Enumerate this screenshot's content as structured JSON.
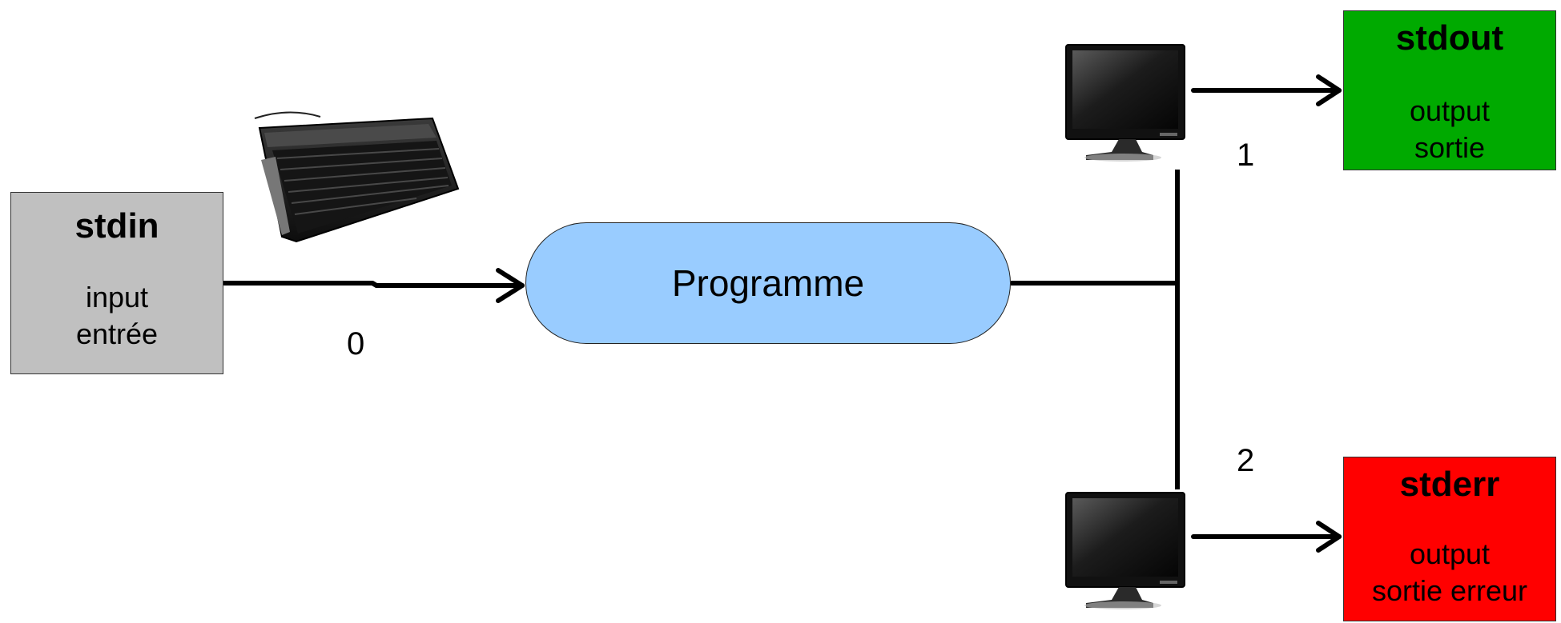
{
  "stdin": {
    "title": "stdin",
    "line1": "input",
    "line2": "entrée",
    "color": "#c0c0c0"
  },
  "stdout": {
    "title": "stdout",
    "line1": "output",
    "line2": "sortie",
    "color": "#00aa00"
  },
  "stderr": {
    "title": "stderr",
    "line1": "output",
    "line2": "sortie erreur",
    "color": "#ff0000"
  },
  "program": {
    "label": "Programme",
    "color": "#99ccff"
  },
  "streams": {
    "in": "0",
    "out": "1",
    "err": "2"
  },
  "icons": [
    "keyboard-icon",
    "monitor-icon",
    "monitor-icon"
  ]
}
